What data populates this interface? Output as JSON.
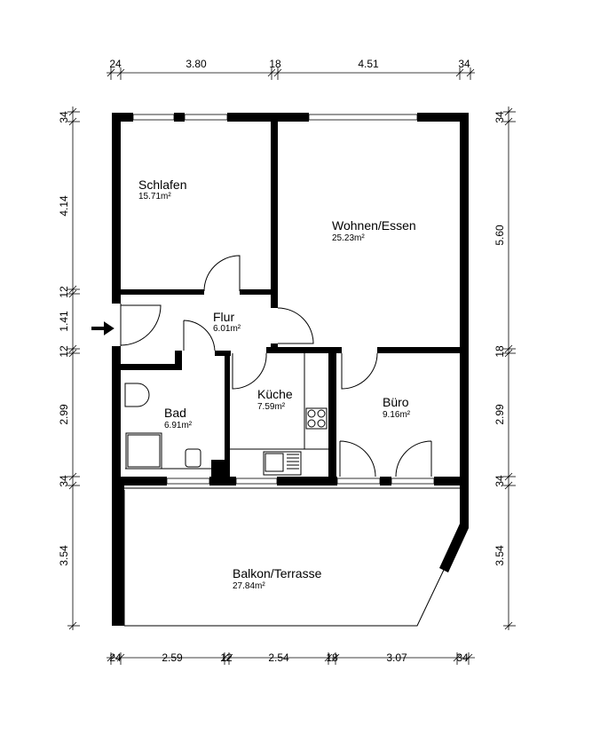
{
  "rooms": {
    "schlafen": {
      "name": "Schlafen",
      "area": "15.71m²"
    },
    "wohnen": {
      "name": "Wohnen/Essen",
      "area": "25.23m²"
    },
    "flur": {
      "name": "Flur",
      "area": "6.01m²"
    },
    "kueche": {
      "name": "Küche",
      "area": "7.59m²"
    },
    "bad": {
      "name": "Bad",
      "area": "6.91m²"
    },
    "buero": {
      "name": "Büro",
      "area": "9.16m²"
    },
    "balkon": {
      "name": "Balkon/Terrasse",
      "area": "27.84m²"
    }
  },
  "dimensions": {
    "top": [
      "24",
      "3.80",
      "18",
      "4.51",
      "34"
    ],
    "bottom": [
      "24",
      "2.59",
      "12",
      "2.54",
      "18",
      "3.07",
      "34"
    ],
    "left": [
      "34",
      "4.14",
      "12",
      "1.41",
      "12",
      "2.99",
      "34",
      "3.54"
    ],
    "right": [
      "34",
      "5.60",
      "18",
      "2.99",
      "34",
      "3.54"
    ]
  }
}
